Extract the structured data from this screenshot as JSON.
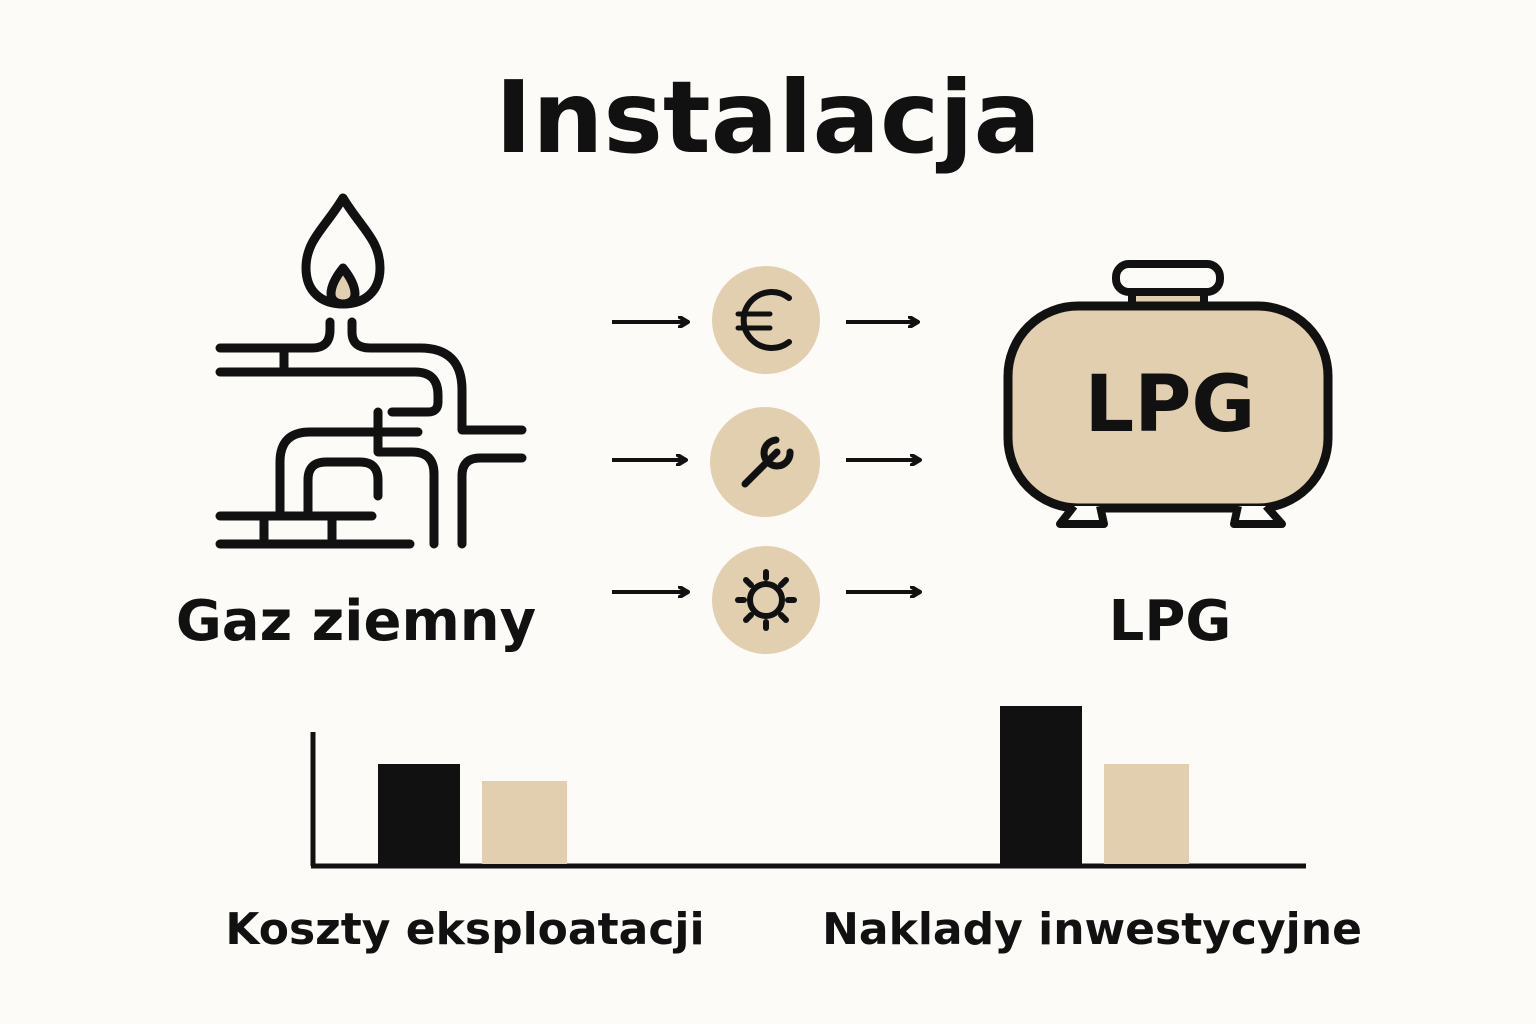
{
  "title": "Instalacja",
  "left_label": "Gaz ziemny",
  "right_label": "LPG",
  "tank_label": "LPG",
  "icons": {
    "left": "gas-flame-pipes-icon",
    "right": "lpg-tank-icon",
    "circles": [
      "euro-icon",
      "wrench-icon",
      "gear-icon"
    ]
  },
  "colors": {
    "background": "#fcfbf7",
    "ink": "#111111",
    "accent": "#e2cfb0"
  },
  "chart_data": {
    "type": "bar",
    "categories": [
      "Koszty eksploatacji",
      "Naklady inwestycyjne"
    ],
    "series": [
      {
        "color": "#111111",
        "values": [
          100,
          158
        ]
      },
      {
        "color": "#e2cfb0",
        "values": [
          83,
          100
        ]
      }
    ],
    "ylim": [
      0,
      180
    ],
    "grid": false
  }
}
